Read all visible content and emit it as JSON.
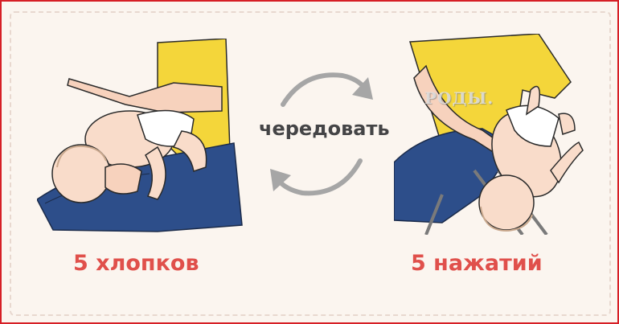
{
  "center": {
    "text": "чередовать"
  },
  "steps": [
    {
      "label": "5 хлопков"
    },
    {
      "label": "5 нажатий"
    }
  ],
  "watermark": "РОДЫ.",
  "colors": {
    "frame_border": "#d61f26",
    "background": "#fbf5ef",
    "label": "#e0504b",
    "center_text": "#444446",
    "arrow": "#a6a6a6",
    "shirt": "#f4d63a",
    "jeans": "#2d4e8a"
  }
}
